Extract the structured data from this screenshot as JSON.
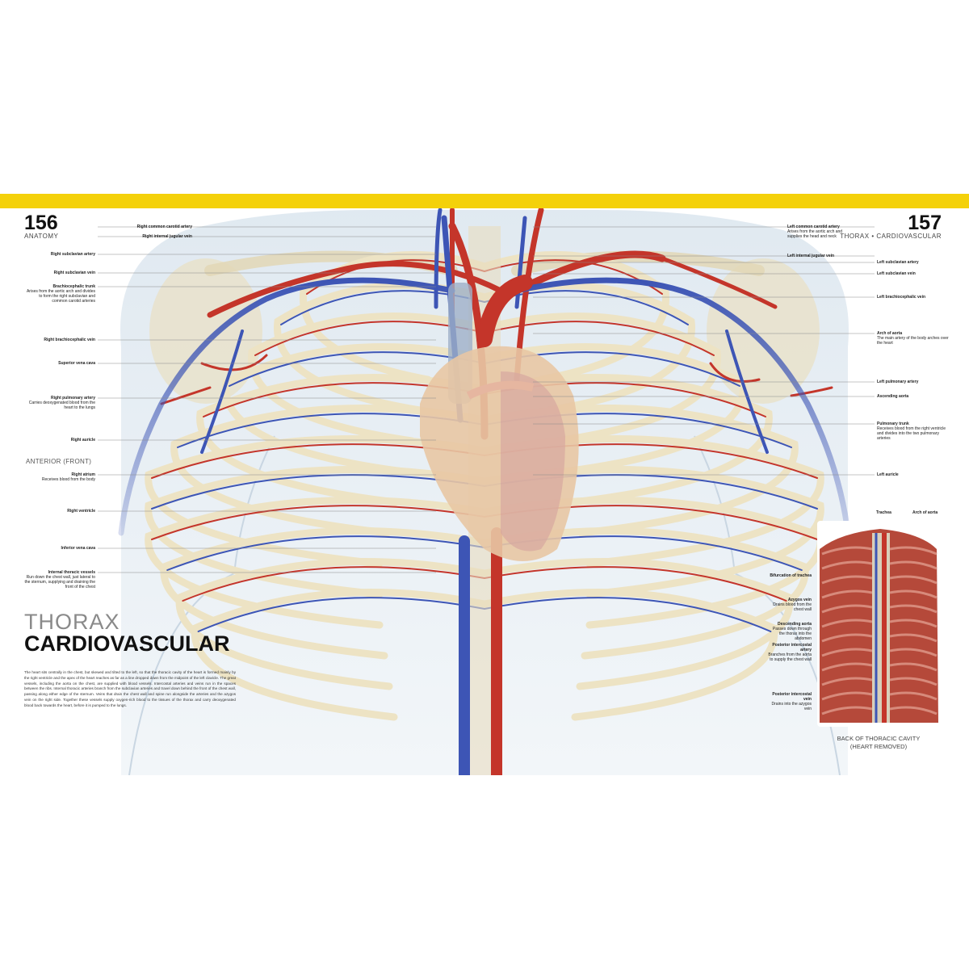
{
  "colors": {
    "header_bar": "#f4d10a",
    "artery": "#c4352a",
    "vein": "#3d55b5",
    "rib": "#ede3c4"
  },
  "left_page": {
    "page_number": "156",
    "section": "ANATOMY",
    "view_label": "ANTERIOR (FRONT)",
    "title_light": "THORAX",
    "title_bold": "CARDIOVASCULAR",
    "body_text": "The heart sits centrally in the chest, but skewed and tilted to the left, so that the thoracic cavity of the heart is formed mainly by the right ventricle and the apex of the heart reaches as far as a line dropped down from the midpoint of the left clavicle. The great vessels, including the aorta on the chest, are supplied with blood vessels. Intercostal arteries and veins run in the spaces between the ribs. Internal thoracic arteries branch from the subclavian arteries and travel down behind the front of the chest wall, passing along either edge of the sternum. Veins that drain the chest wall and spine run alongside the arteries and the azygos vein on the right side. Together these vessels supply oxygen-rich blood to the tissues of the thorax and carry deoxygenated blood back towards the heart, before it is pumped to the lungs.",
    "labels": [
      {
        "name": "Right common carotid artery",
        "desc": ""
      },
      {
        "name": "Right internal jugular vein",
        "desc": ""
      },
      {
        "name": "Right subclavian artery",
        "desc": ""
      },
      {
        "name": "Right subclavian vein",
        "desc": ""
      },
      {
        "name": "Brachiocephalic trunk",
        "desc": "Arises from the aortic arch and divides to form the right subclavian and common carotid arteries"
      },
      {
        "name": "Right brachiocephalic vein",
        "desc": ""
      },
      {
        "name": "Superior vena cava",
        "desc": ""
      },
      {
        "name": "Right pulmonary artery",
        "desc": "Carries deoxygenated blood from the heart to the lungs"
      },
      {
        "name": "Right auricle",
        "desc": ""
      },
      {
        "name": "Right atrium",
        "desc": "Receives blood from the body"
      },
      {
        "name": "Right ventricle",
        "desc": ""
      },
      {
        "name": "Inferior vena cava",
        "desc": ""
      },
      {
        "name": "Internal thoracic vessels",
        "desc": "Run down the chest wall, just lateral to the sternum, supplying and draining the front of the chest"
      }
    ]
  },
  "right_page": {
    "page_number": "157",
    "section": "THORAX • CARDIOVASCULAR",
    "labels": [
      {
        "name": "Left common carotid artery",
        "desc": "Arises from the aortic arch and supplies the head and neck"
      },
      {
        "name": "Left internal jugular vein",
        "desc": ""
      },
      {
        "name": "Left subclavian artery",
        "desc": ""
      },
      {
        "name": "Left subclavian vein",
        "desc": ""
      },
      {
        "name": "Left brachiocephalic vein",
        "desc": ""
      },
      {
        "name": "Arch of aorta",
        "desc": "The main artery of the body arches over the heart"
      },
      {
        "name": "Left pulmonary artery",
        "desc": ""
      },
      {
        "name": "Ascending aorta",
        "desc": ""
      },
      {
        "name": "Pulmonary trunk",
        "desc": "Receives blood from the right ventricle and divides into the two pulmonary arteries"
      },
      {
        "name": "Left auricle",
        "desc": ""
      }
    ],
    "inset_labels": [
      {
        "name": "Trachea",
        "desc": ""
      },
      {
        "name": "Arch of aorta",
        "desc": ""
      },
      {
        "name": "Bifurcation of trachea",
        "desc": ""
      },
      {
        "name": "Azygos vein",
        "desc": "Drains blood from the chest wall"
      },
      {
        "name": "Descending aorta",
        "desc": "Passes down through the thorax into the abdomen"
      },
      {
        "name": "Posterior intercostal artery",
        "desc": "Branches from the aorta to supply the chest wall"
      },
      {
        "name": "Posterior intercostal vein",
        "desc": "Drains into the azygos vein"
      }
    ],
    "inset_caption_1": "BACK OF THORACIC CAVITY",
    "inset_caption_2": "(HEART REMOVED)"
  }
}
